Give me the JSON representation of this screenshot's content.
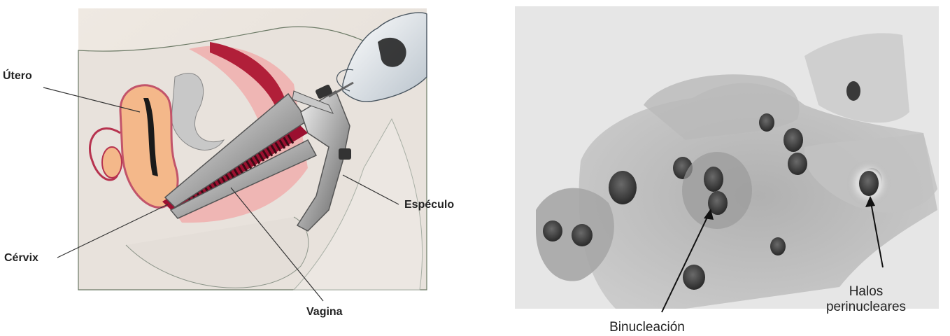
{
  "left_figure": {
    "labels": {
      "utero": "Útero",
      "cervix": "Cérvix",
      "especulo": "Espéculo",
      "vagina": "Vagina"
    }
  },
  "right_figure": {
    "labels": {
      "binucleacion": "Binucleación",
      "halos_line1": "Halos",
      "halos_line2": "perinucleares"
    }
  }
}
